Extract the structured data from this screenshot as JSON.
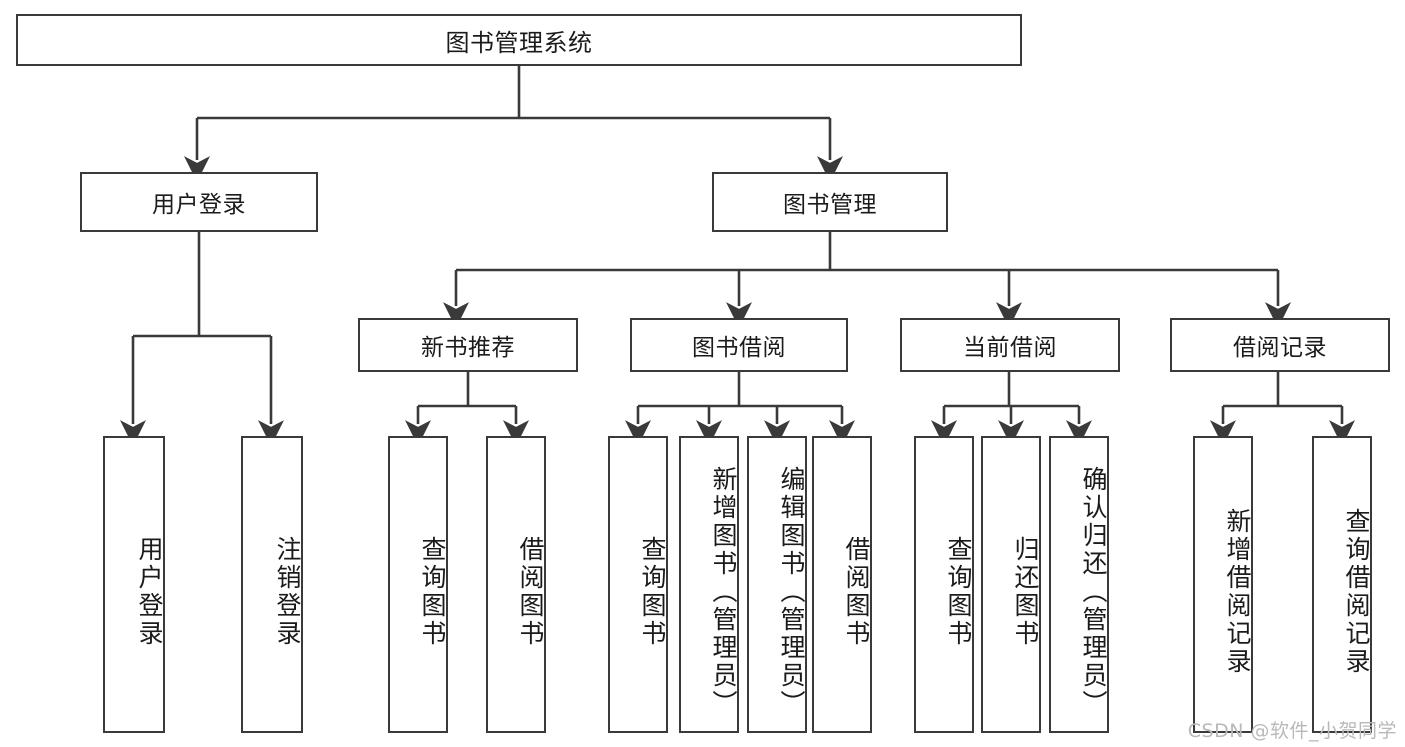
{
  "diagram": {
    "title": "图书管理系统",
    "type": "tree-hierarchy-diagram",
    "watermark": "CSDN @软件_小贺同学",
    "colors": {
      "stroke": "#3a3a3a",
      "fill": "#ffffff",
      "text": "#1b1b1b",
      "watermark": "#b9b9b9"
    },
    "nodes": {
      "root": {
        "label": "图书管理系统"
      },
      "level2": [
        {
          "id": "user-login",
          "label": "用户登录"
        },
        {
          "id": "book-management",
          "label": "图书管理"
        }
      ],
      "level3": [
        {
          "id": "new-book-recommend",
          "label": "新书推荐"
        },
        {
          "id": "book-borrow",
          "label": "图书借阅"
        },
        {
          "id": "current-borrow",
          "label": "当前借阅"
        },
        {
          "id": "borrow-record",
          "label": "借阅记录"
        }
      ],
      "leaves": {
        "user-login": [
          {
            "id": "leaf-user-login",
            "label": "用户登录"
          },
          {
            "id": "leaf-user-logout",
            "label": "注销登录"
          }
        ],
        "new-book-recommend": [
          {
            "id": "leaf-query-book-1",
            "label": "查询图书"
          },
          {
            "id": "leaf-borrow-book-1",
            "label": "借阅图书"
          }
        ],
        "book-borrow": [
          {
            "id": "leaf-query-book-2",
            "label": "查询图书"
          },
          {
            "id": "leaf-add-book",
            "label": "新增图书（管理员）"
          },
          {
            "id": "leaf-edit-book",
            "label": "编辑图书（管理员）"
          },
          {
            "id": "leaf-borrow-book-2",
            "label": "借阅图书"
          }
        ],
        "current-borrow": [
          {
            "id": "leaf-query-book-3",
            "label": "查询图书"
          },
          {
            "id": "leaf-return-book",
            "label": "归还图书"
          },
          {
            "id": "leaf-confirm-return",
            "label": "确认归还（管理员）"
          }
        ],
        "borrow-record": [
          {
            "id": "leaf-add-record",
            "label": "新增借阅记录"
          },
          {
            "id": "leaf-query-record",
            "label": "查询借阅记录"
          }
        ]
      }
    }
  }
}
